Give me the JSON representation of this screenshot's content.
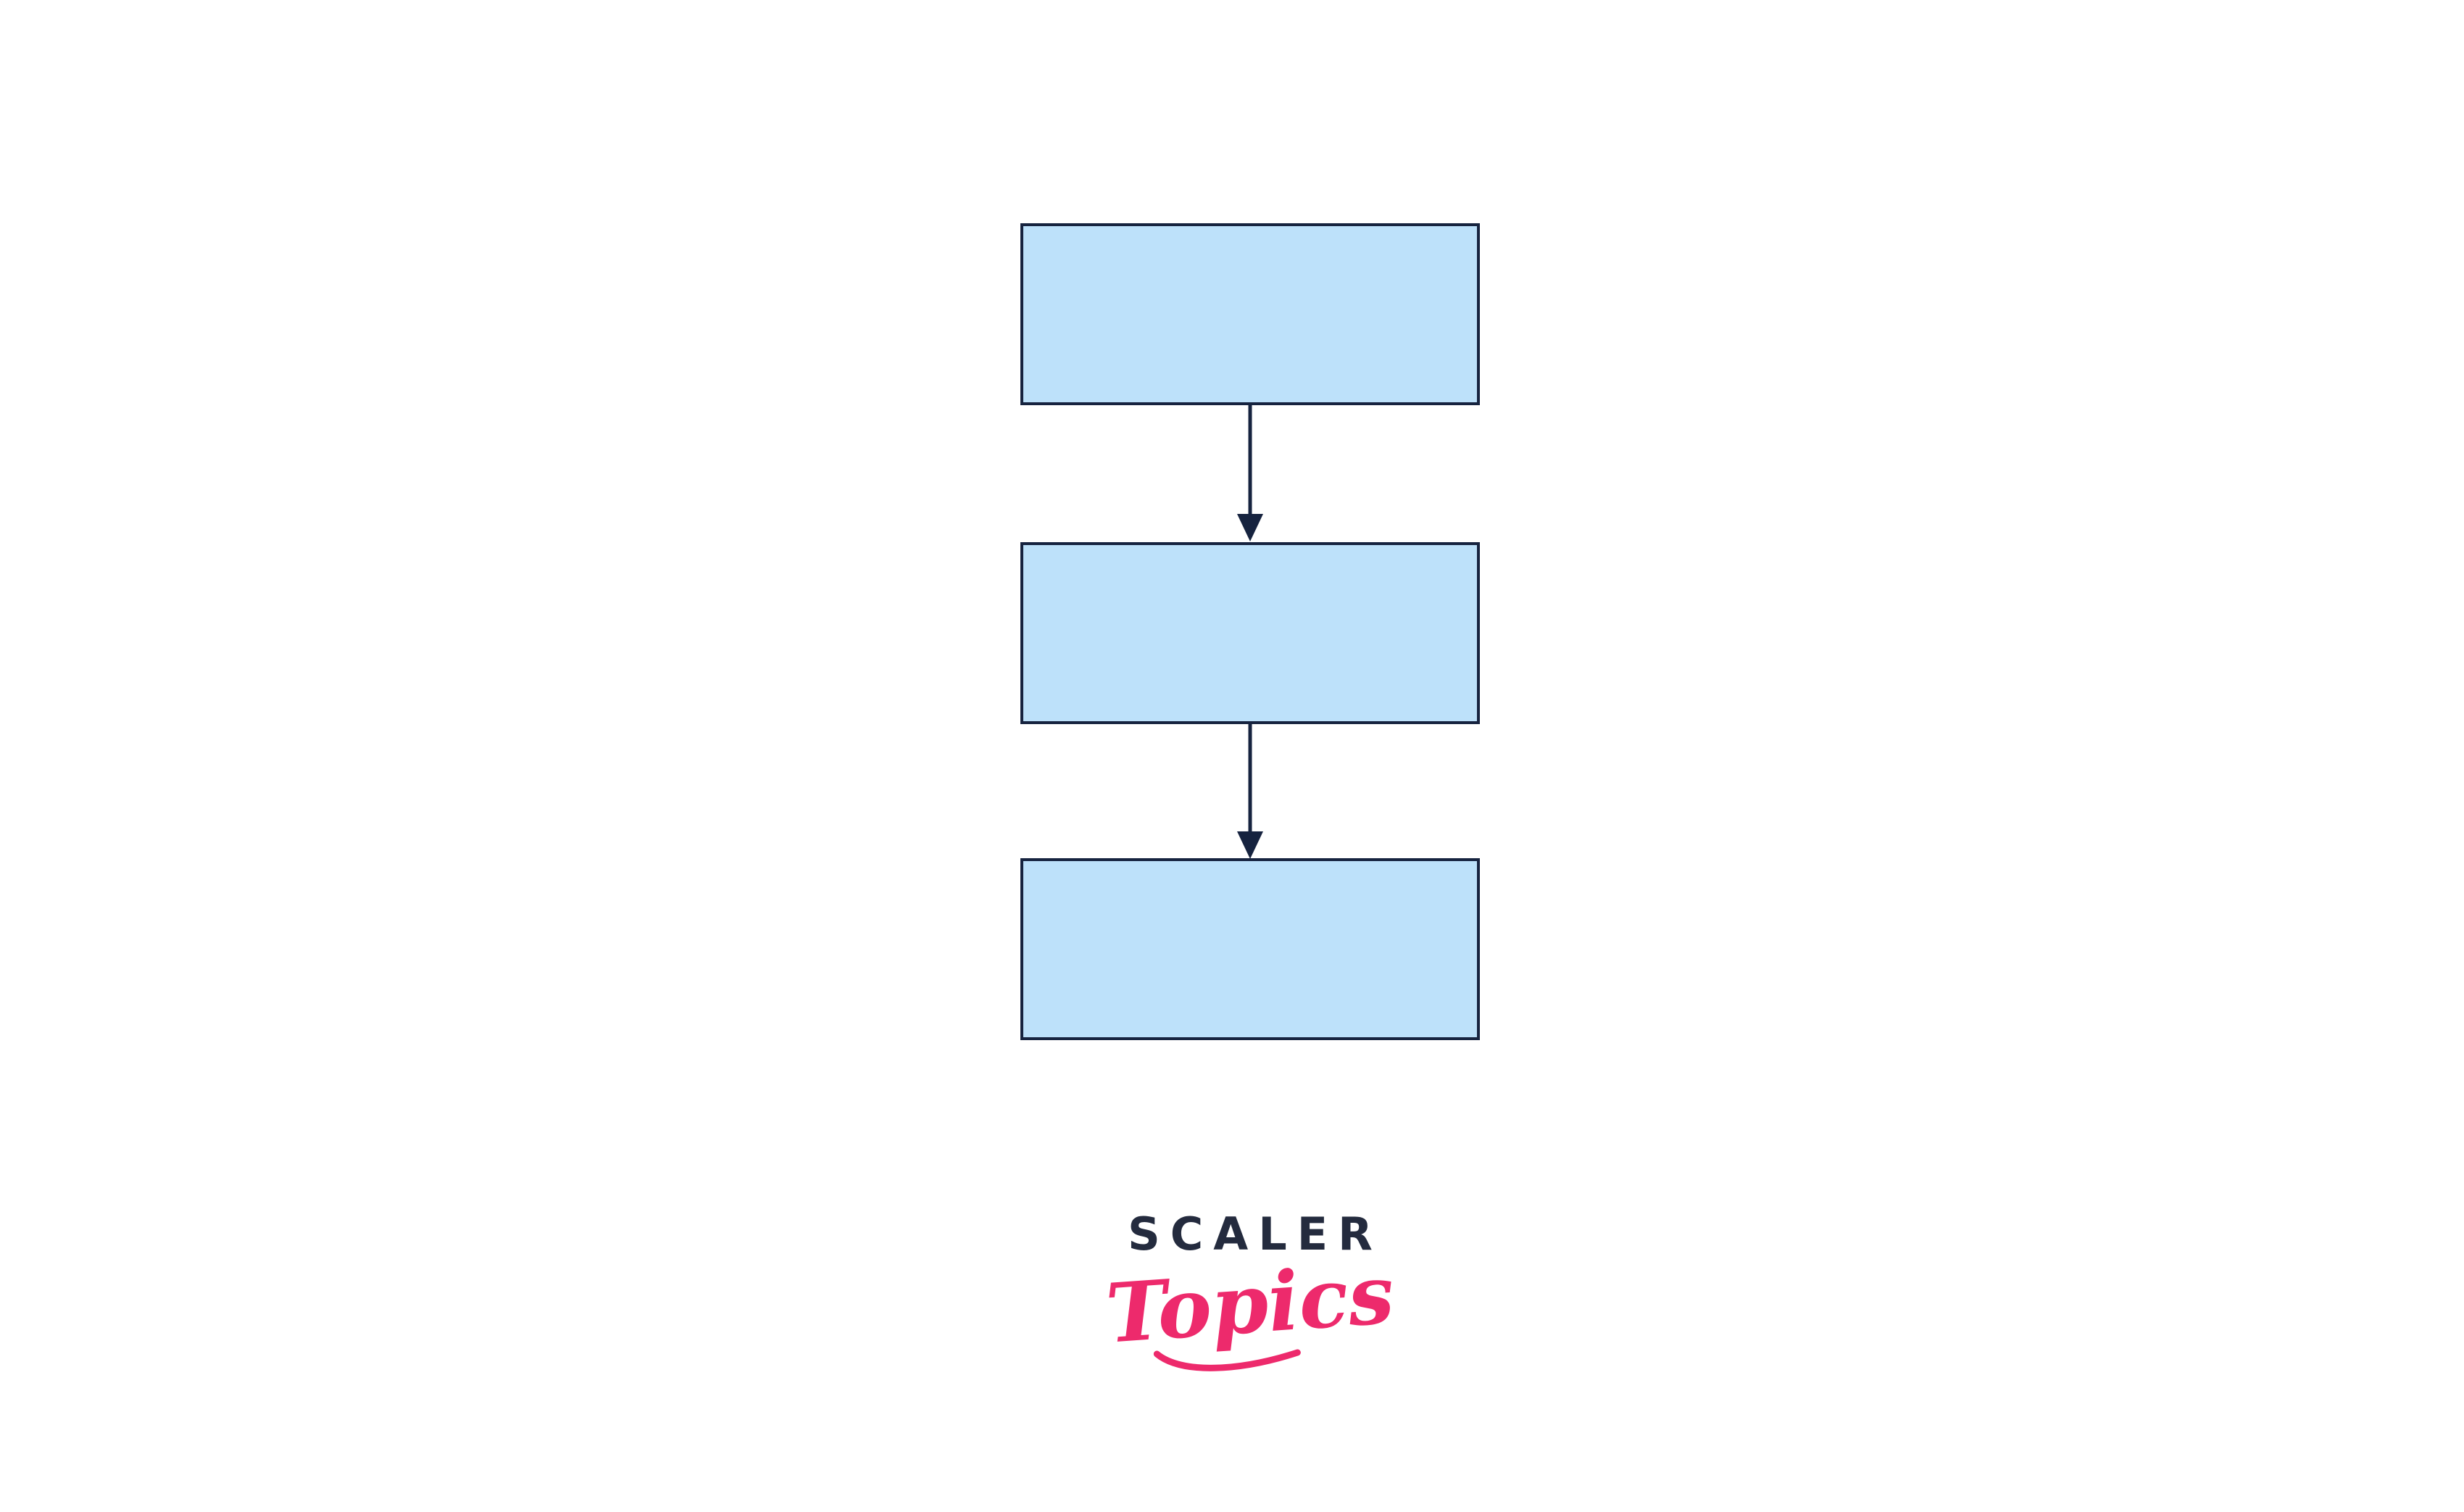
{
  "diagram": {
    "type": "flowchart",
    "direction": "top-down",
    "nodes": [
      {
        "id": "node-1",
        "label": ""
      },
      {
        "id": "node-2",
        "label": ""
      },
      {
        "id": "node-3",
        "label": ""
      }
    ],
    "edges": [
      {
        "from": "node-1",
        "to": "node-2",
        "style": "arrow-down"
      },
      {
        "from": "node-2",
        "to": "node-3",
        "style": "arrow-down"
      }
    ]
  },
  "logo": {
    "primary": "SCALER",
    "secondary": "Topics"
  },
  "colors": {
    "page-bg": "#ffffff",
    "box-fill": "#bde1fa",
    "box-border": "#16233f",
    "arrow": "#16233f",
    "logo-navy": "#242b3e",
    "logo-pink": "#ed2a6c"
  }
}
